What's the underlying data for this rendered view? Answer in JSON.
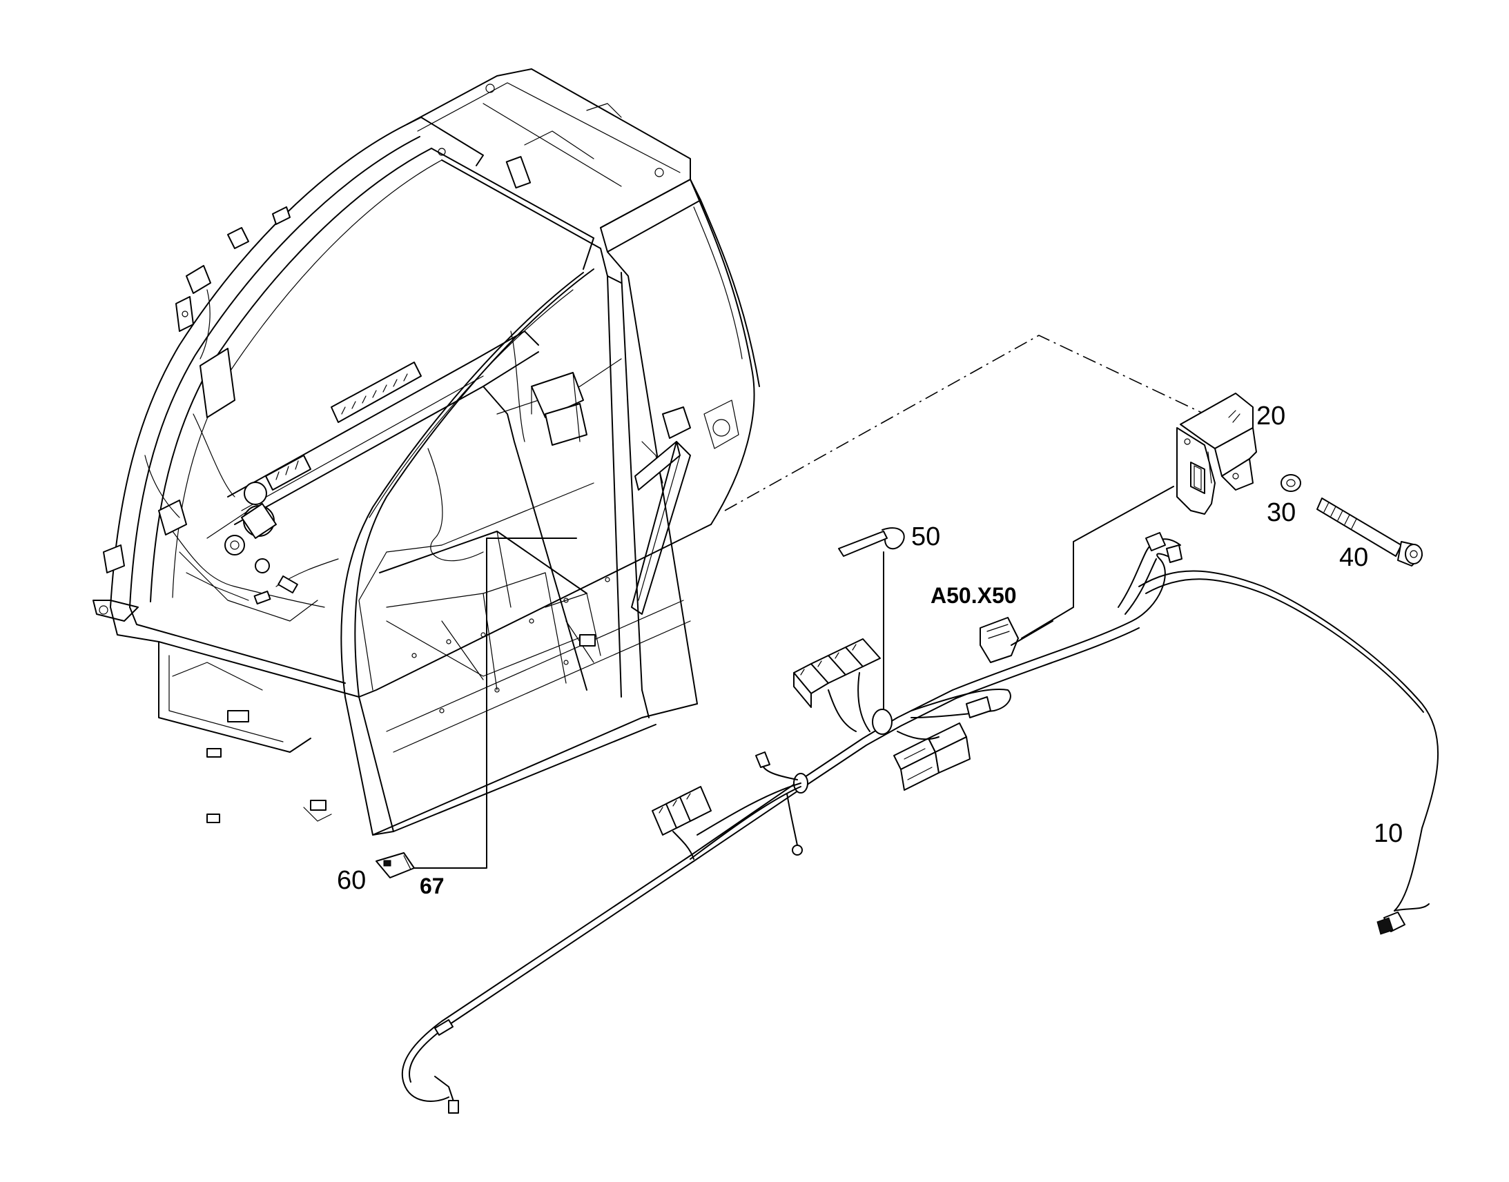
{
  "callouts": {
    "c10": "10",
    "c20": "20",
    "c30": "30",
    "c40": "40",
    "c50": "50",
    "c60": "60",
    "c67": "67",
    "connector": "A50.X50"
  }
}
